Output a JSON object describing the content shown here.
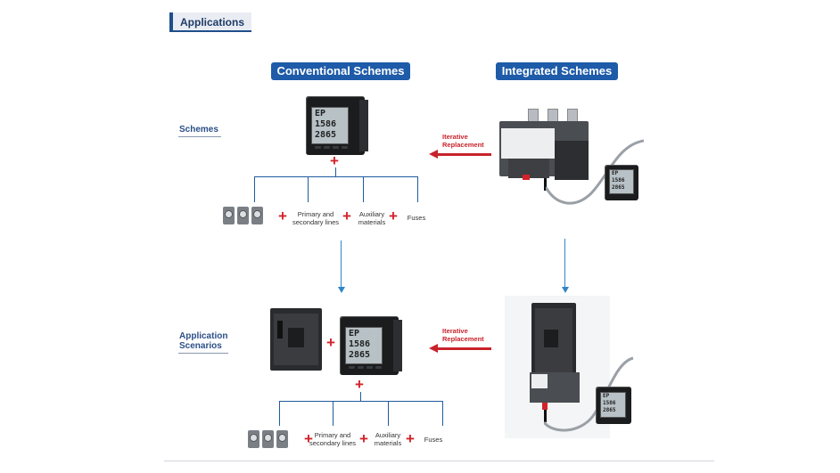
{
  "header": {
    "title": "Applications"
  },
  "columns": {
    "conventional": "Conventional Schemes",
    "integrated": "Integrated Schemes"
  },
  "rows": {
    "schemes": "Schemes",
    "scenarios_line1": "Application",
    "scenarios_line2": "Scenarios"
  },
  "replacement": {
    "line1": "Iterative",
    "line2": "Replacement"
  },
  "components": {
    "lines_1": "Primary and",
    "lines_2": "secondary lines",
    "aux_1": "Auxiliary",
    "aux_2": "materials",
    "fuses": "Fuses"
  },
  "meter_display": {
    "l1": "EP",
    "l2": "1586",
    "l3": "2865"
  },
  "plus": "+",
  "colors": {
    "accent": "#1e5ba8",
    "arrow_red": "#c8232c",
    "flow_blue": "#2f86c9"
  }
}
